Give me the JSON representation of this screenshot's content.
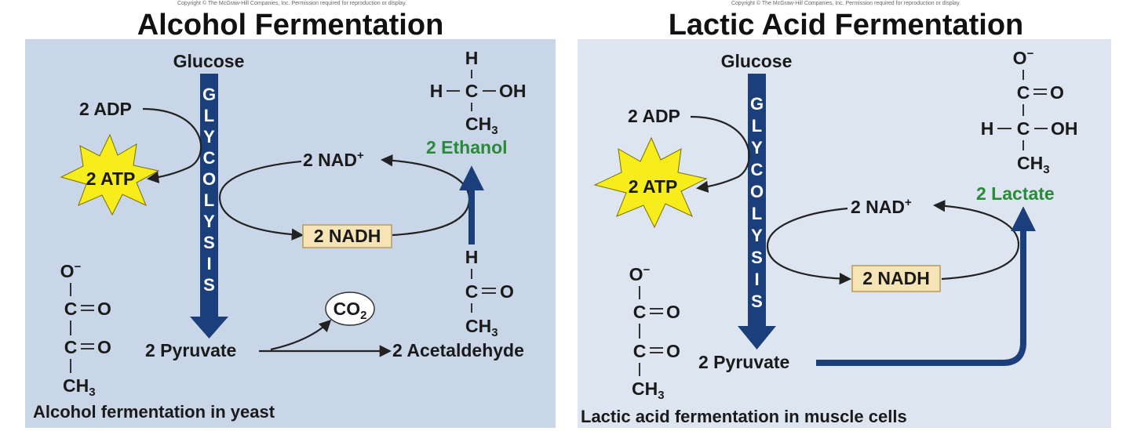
{
  "copyright": {
    "left": "Copyright © The McGraw-Hill Companies, Inc. Permission required for reproduction or display.",
    "right": "Copyright © The McGraw-Hill Companies, Inc. Permission required for reproduction or display."
  },
  "alcohol": {
    "title": "Alcohol Fermentation",
    "glucose": "Glucose",
    "glycolysis": [
      "G",
      "L",
      "Y",
      "C",
      "O",
      "L",
      "Y",
      "S",
      "I",
      "S"
    ],
    "adp": "2 ADP",
    "atp": "2 ATP",
    "nad": "2 NAD",
    "nad_sup": "+",
    "nadh": "2 NADH",
    "pyruvate": "2 Pyruvate",
    "co2": "CO",
    "co2_sub": "2",
    "acetaldehyde": "2 Acetaldehyde",
    "ethanol": "2 Ethanol",
    "caption": "Alcohol fermentation in yeast",
    "ethanol_struct": {
      "h_top": "H",
      "h_left": "H",
      "c": "C",
      "oh": "OH",
      "ch3": "CH",
      "ch3_sub": "3"
    },
    "acetaldehyde_struct": {
      "h": "H",
      "c": "C",
      "o": "O",
      "ch3": "CH",
      "ch3_sub": "3"
    },
    "pyruvate_struct": {
      "o_minus": "O",
      "o_minus_sup": "−",
      "c1": "C",
      "o1": "O",
      "c2": "C",
      "o2": "O",
      "ch3": "CH",
      "ch3_sub": "3"
    }
  },
  "lactic": {
    "title": "Lactic Acid Fermentation",
    "glucose": "Glucose",
    "glycolysis": [
      "G",
      "L",
      "Y",
      "C",
      "O",
      "L",
      "Y",
      "S",
      "I",
      "S"
    ],
    "adp": "2 ADP",
    "atp": "2 ATP",
    "nad": "2 NAD",
    "nad_sup": "+",
    "nadh": "2 NADH",
    "pyruvate": "2 Pyruvate",
    "lactate": "2 Lactate",
    "caption": "Lactic acid fermentation in muscle cells",
    "lactate_struct": {
      "o_minus": "O",
      "o_minus_sup": "−",
      "c1": "C",
      "o1": "O",
      "h": "H",
      "c2": "C",
      "oh": "OH",
      "ch3": "CH",
      "ch3_sub": "3"
    },
    "pyruvate_struct": {
      "o_minus": "O",
      "o_minus_sup": "−",
      "c1": "C",
      "o1": "O",
      "c2": "C",
      "o2": "O",
      "ch3": "CH",
      "ch3_sub": "3"
    }
  },
  "colors": {
    "panel": "#c9d6e8",
    "panel_right": "#dde5f1",
    "arrow_blue": "#1b3f7a",
    "atp_star": "#f7ec1c",
    "nadh_box": "#f6e3b6",
    "product_green": "#2a8a3a"
  }
}
